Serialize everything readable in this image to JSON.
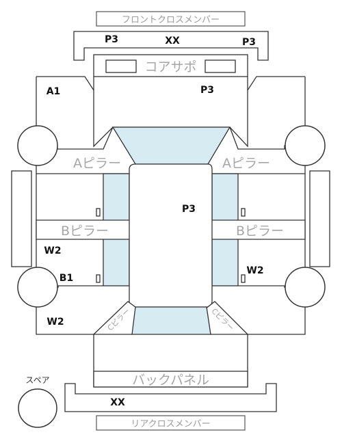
{
  "labels": {
    "front_cross_member": "フロントクロスメンバー",
    "core_support": "コアサポ",
    "a_pillar": "Aピラー",
    "b_pillar": "Bピラー",
    "back_panel": "バックパネル",
    "rear_cross_member": "リアクロスメンバー",
    "spare": "スペア",
    "c_pillar": "Cピラー"
  },
  "codes": {
    "front_p3_left": "P3",
    "front_xx": "XX",
    "front_p3_right": "P3",
    "a1": "A1",
    "front_panel_p3": "P3",
    "roof_p3": "P3",
    "w2_left_upper": "W2",
    "b1": "B1",
    "w2_left_lower": "W2",
    "w2_right": "W2",
    "rear_xx": "XX"
  },
  "colors": {
    "glass": "#d6ecf2",
    "outline": "#333333",
    "label_gray": "#a6a6a6"
  }
}
